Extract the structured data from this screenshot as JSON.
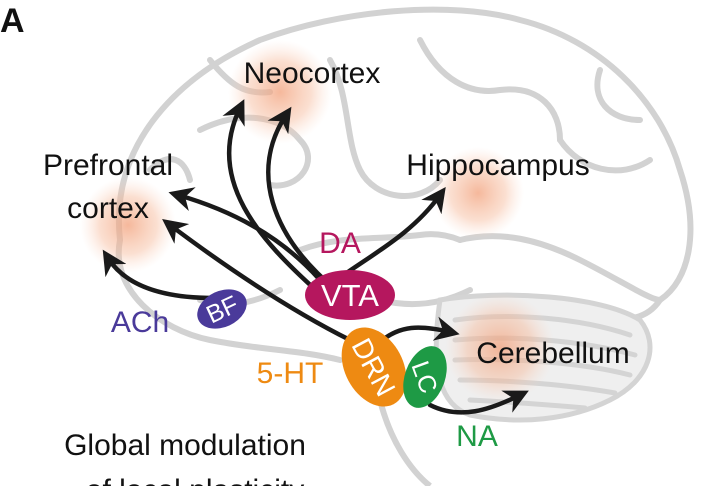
{
  "panel_letter": "A",
  "regions": {
    "neocortex": "Neocortex",
    "prefrontal_line1": "Prefrontal",
    "prefrontal_line2": "cortex",
    "hippocampus": "Hippocampus",
    "cerebellum": "Cerebellum"
  },
  "nuclei": {
    "vta": "VTA",
    "bf": "BF",
    "drn": "DRN",
    "lc": "LC"
  },
  "transmitters": {
    "da": "DA",
    "ach": "ACh",
    "serotonin": "5-HT",
    "na": "NA"
  },
  "caption": {
    "line1": "Global modulation",
    "line2": "of local plasticity"
  },
  "colors": {
    "vta": "#b5175e",
    "bf": "#4a3a9a",
    "drn": "#ee8a12",
    "lc": "#1e9a45",
    "brain_outline": "#cfcfcf",
    "glow": "#f2a07a"
  }
}
